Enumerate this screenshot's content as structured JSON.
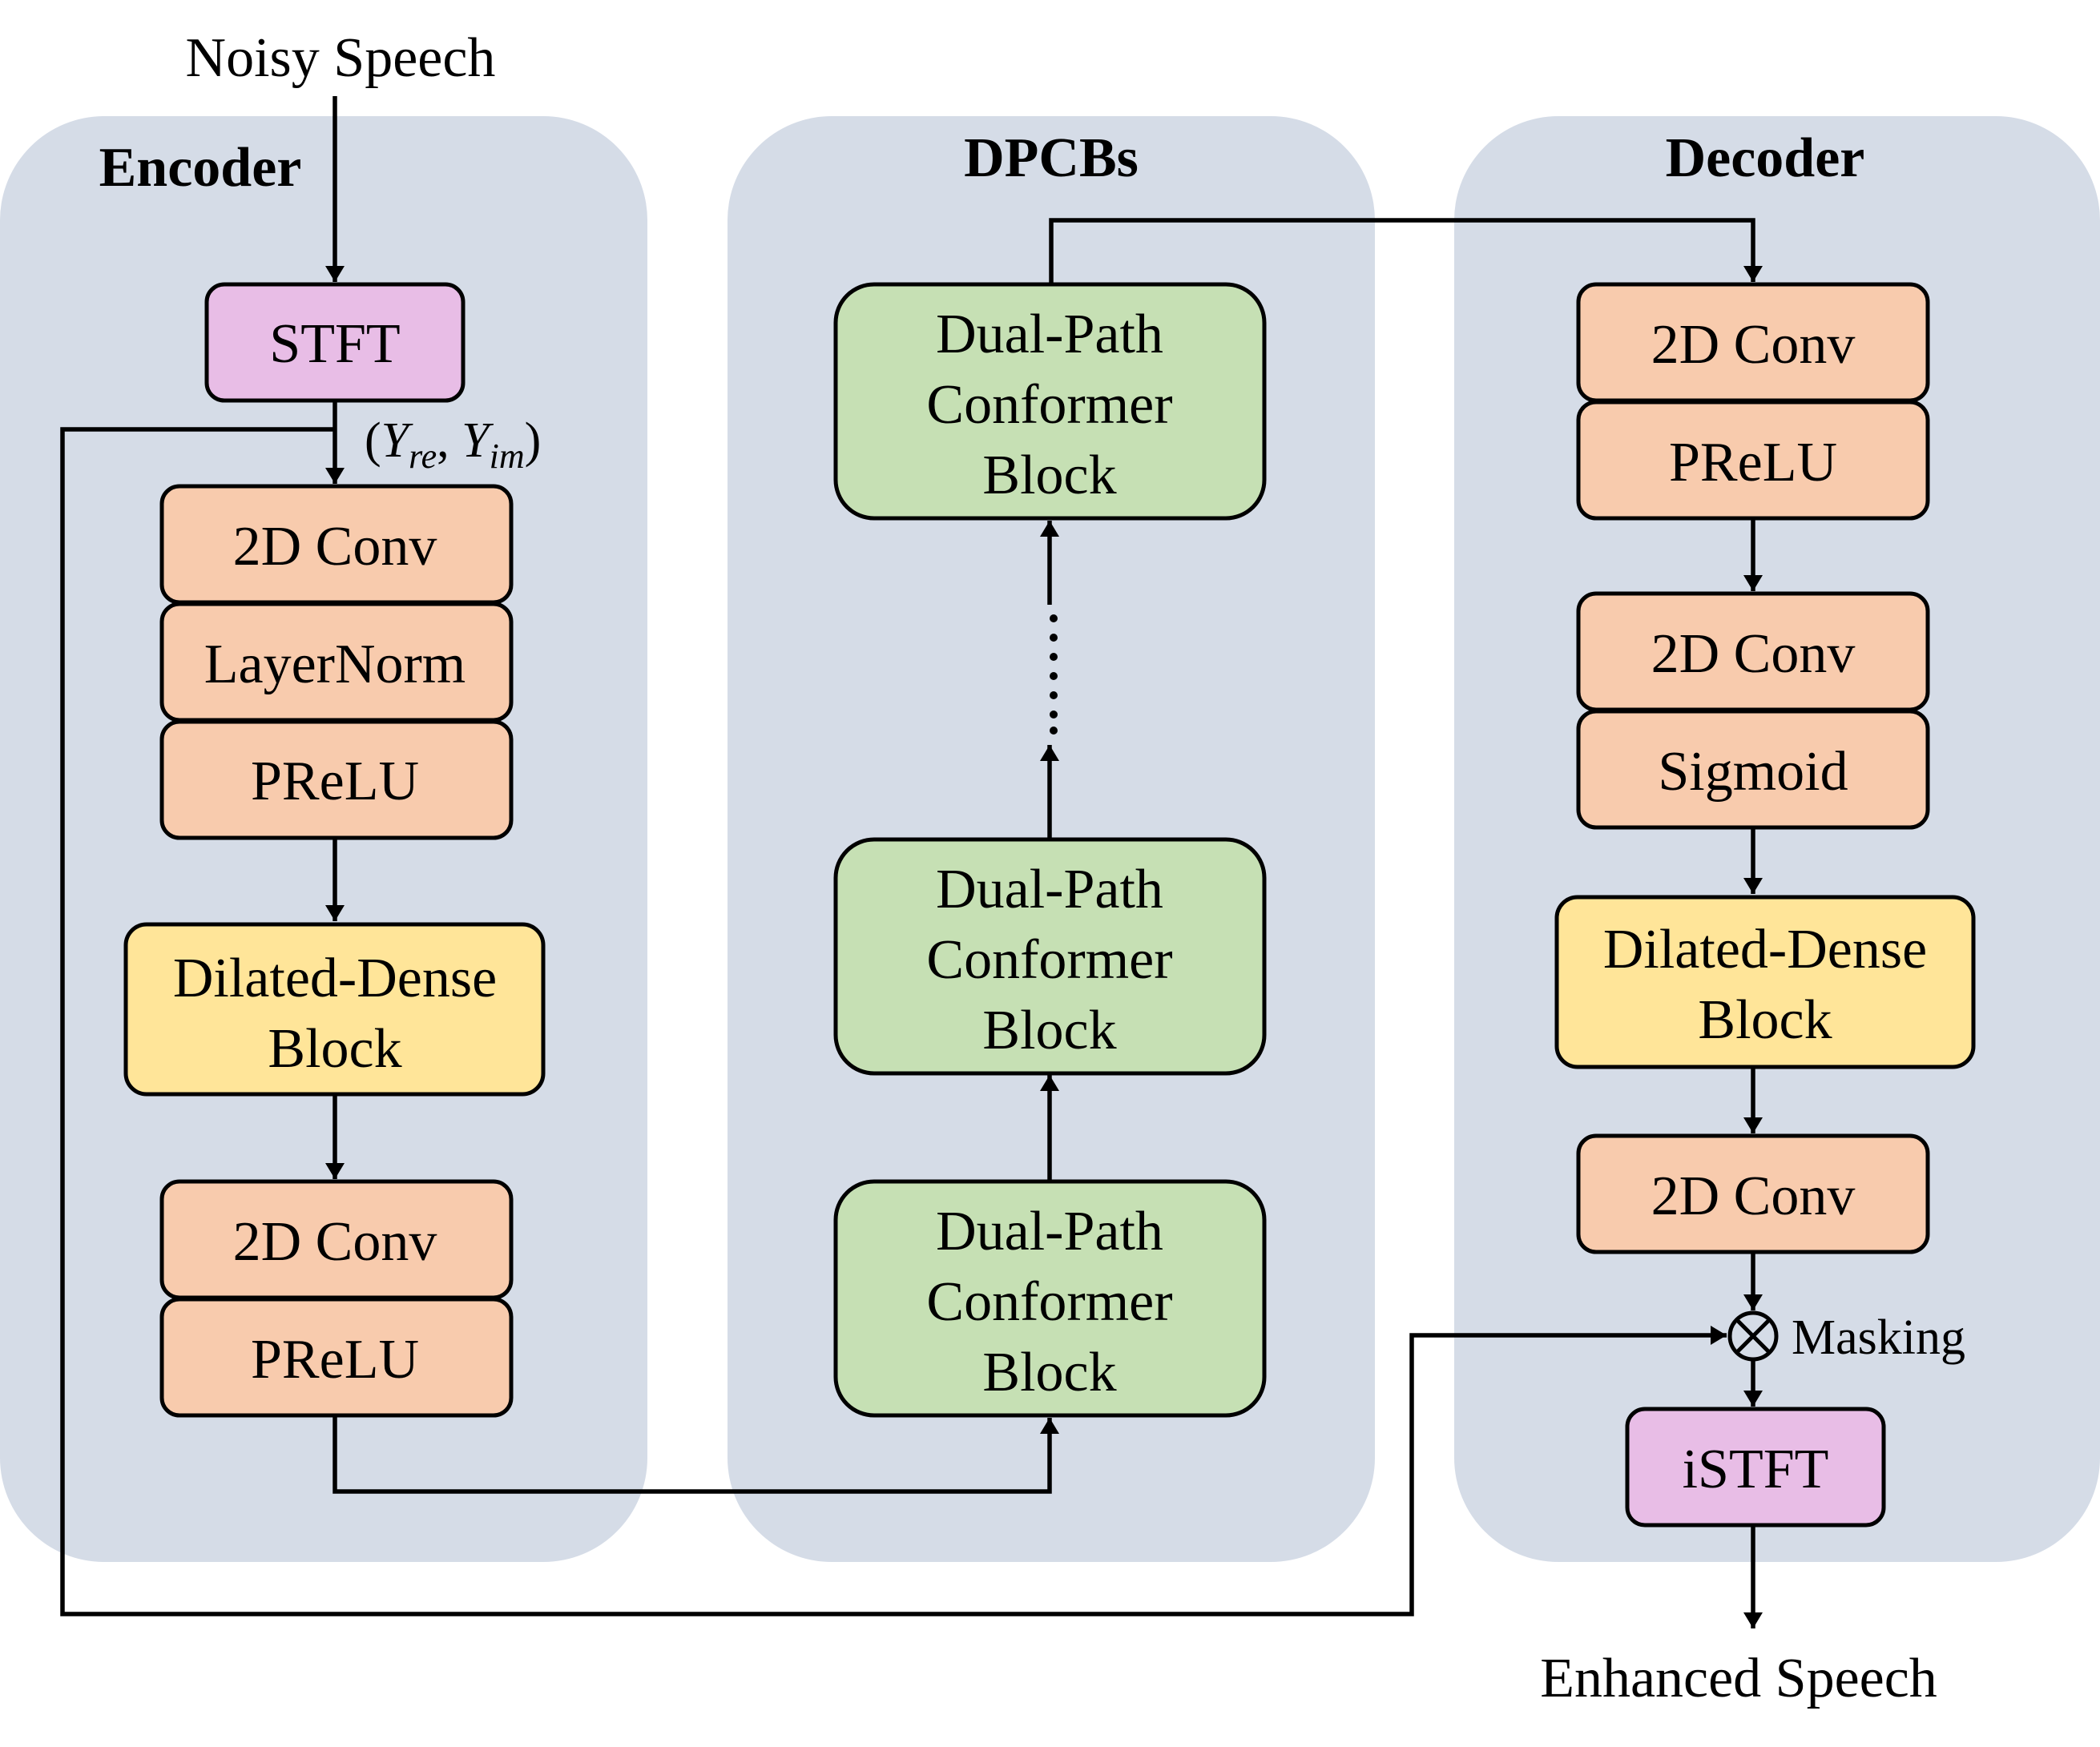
{
  "inputs": {
    "noisy": "Noisy Speech",
    "enhanced": "Enhanced Speech"
  },
  "panels": {
    "encoder": "Encoder",
    "dpcbs": "DPCBs",
    "decoder": "Decoder"
  },
  "encoder": {
    "stft": "STFT",
    "spec_label": "(Y_re, Y_im)",
    "conv1": "2D Conv",
    "layernorm": "LayerNorm",
    "prelu1": "PReLU",
    "dilated_line1": "Dilated-Dense",
    "dilated_line2": "Block",
    "conv2": "2D Conv",
    "prelu2": "PReLU"
  },
  "dpcbs": {
    "block_lines": [
      "Dual-Path",
      "Conformer",
      "Block"
    ],
    "dots": "⋮"
  },
  "decoder": {
    "conv1": "2D Conv",
    "prelu": "PReLU",
    "conv2": "2D Conv",
    "sigmoid": "Sigmoid",
    "dilated_line1": "Dilated-Dense",
    "dilated_line2": "Block",
    "conv3": "2D Conv",
    "masking": "Masking",
    "mult_symbol": "⊗",
    "istft": "iSTFT"
  },
  "colors": {
    "panel_bg": "#d5dce7",
    "stft": "#e8bde6",
    "orange": "#f8cbad",
    "yellow": "#ffe599",
    "green": "#c6e0b4"
  }
}
